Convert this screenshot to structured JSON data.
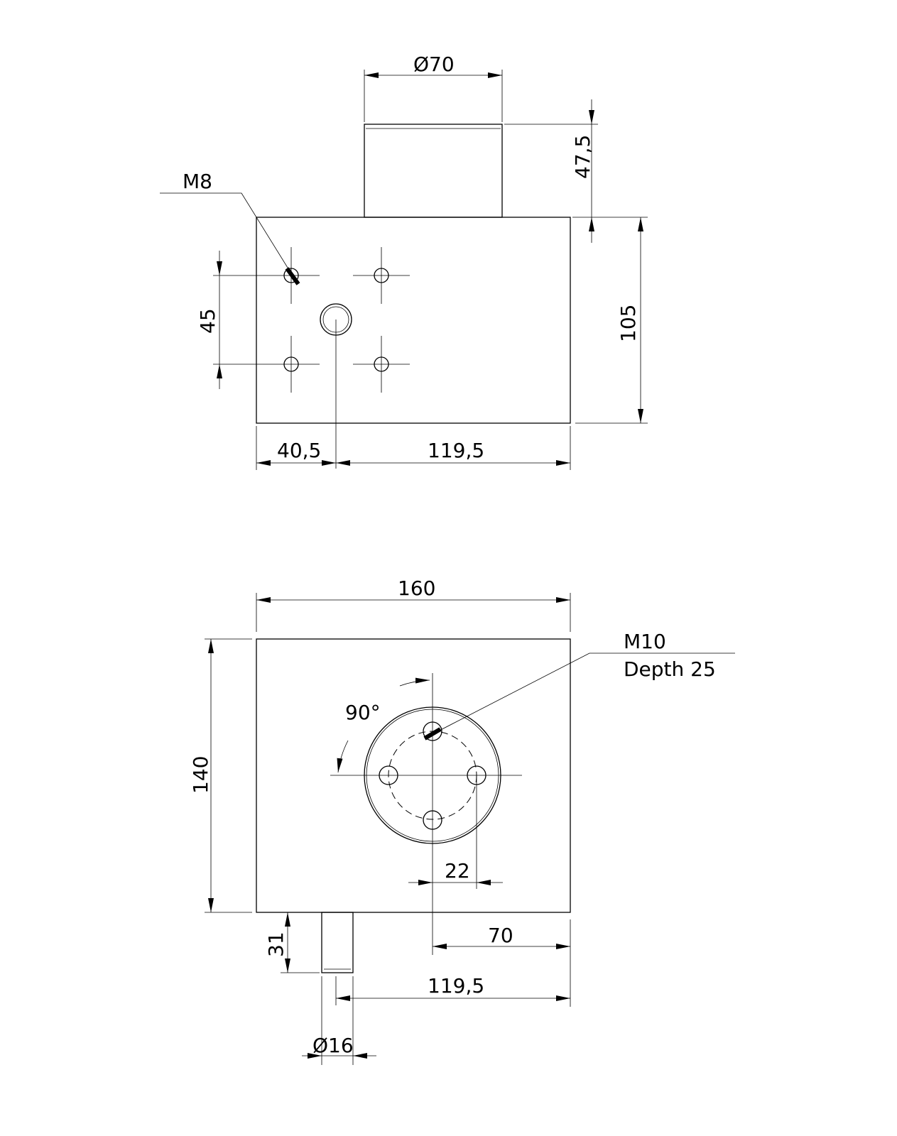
{
  "top_view": {
    "boss_diameter": "Ø70",
    "boss_height": "47,5",
    "height": "105",
    "hole_spacing": "45",
    "thread_callout": "M8",
    "offset_left": "40,5",
    "offset_right": "119,5"
  },
  "bottom_view": {
    "width": "160",
    "height": "140",
    "thread_callout_line1": "M10",
    "thread_callout_line2": "Depth 25",
    "angle": "90°",
    "hole_radius_offset": "22",
    "center_offset": "70",
    "pin_length": "31",
    "pin_offset": "119,5",
    "pin_diameter": "Ø16"
  }
}
